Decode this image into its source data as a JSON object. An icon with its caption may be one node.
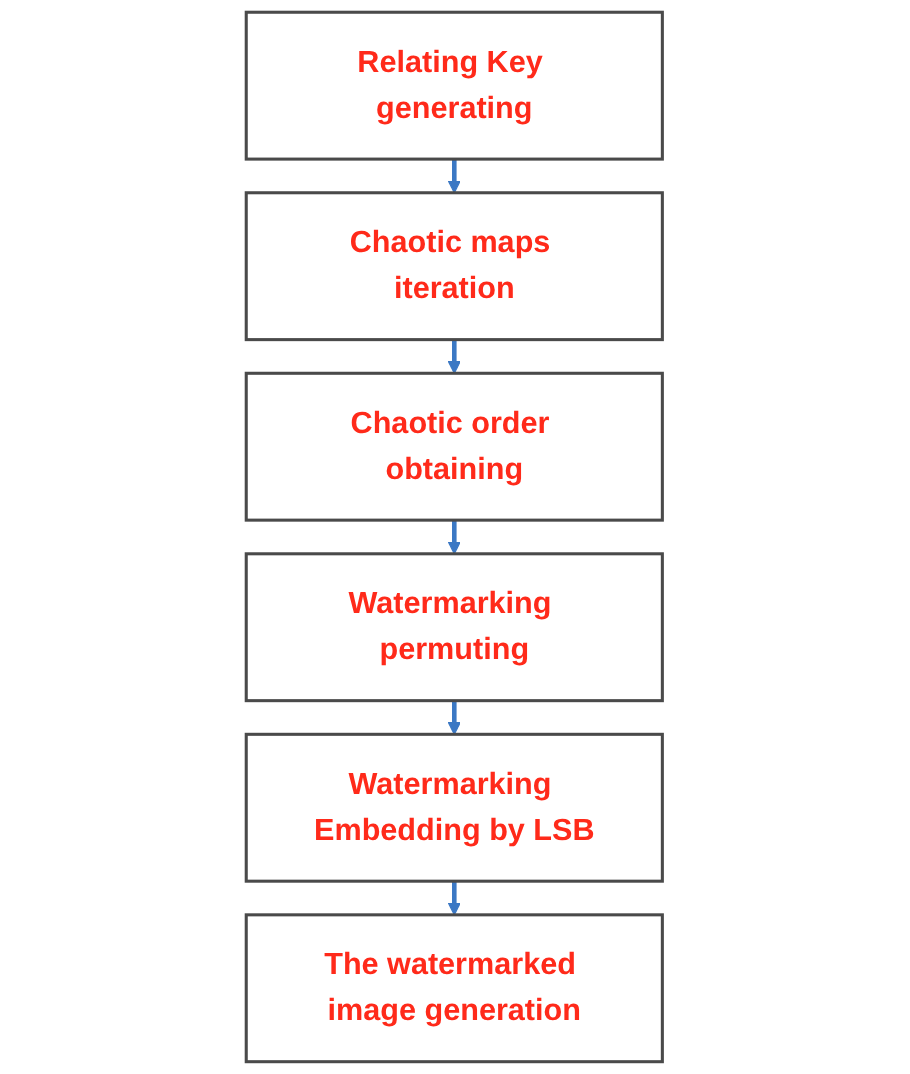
{
  "diagram": {
    "nodes": [
      {
        "text": [
          "Relating Key generating"
        ]
      },
      {
        "text": [
          "Chaotic maps iteration"
        ]
      },
      {
        "text": [
          "Chaotic order obtaining"
        ]
      },
      {
        "text": [
          "Watermarking permuting"
        ]
      },
      {
        "text": [
          "Watermarking Embedding by LSB"
        ]
      },
      {
        "text": [
          "The watermarked image generation"
        ]
      }
    ],
    "edges": [
      {
        "from": 0,
        "to": 1,
        "arrow": "to"
      },
      {
        "from": 1,
        "to": 2,
        "arrow": "to"
      },
      {
        "from": 2,
        "to": 3,
        "arrow": "to"
      },
      {
        "from": 3,
        "to": 4,
        "arrow": "to"
      },
      {
        "from": 4,
        "to": 5,
        "arrow": "to"
      }
    ]
  }
}
